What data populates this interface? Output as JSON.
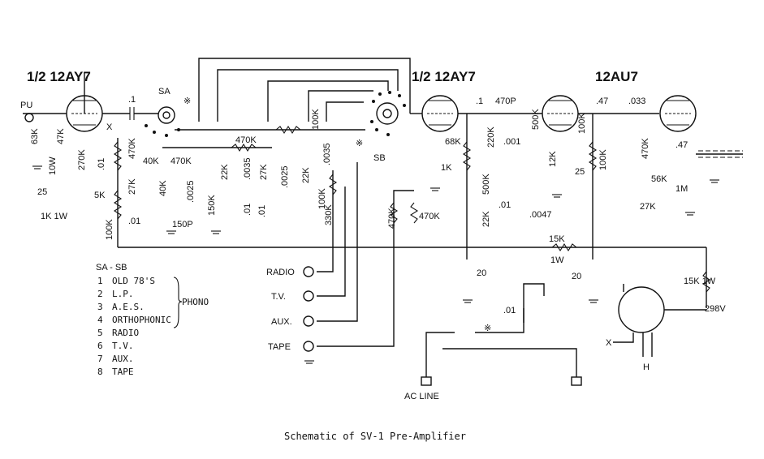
{
  "caption": "Schematic of SV-1 Pre-Amplifier",
  "tubes": {
    "v1": "1/2 12AY7",
    "v2": "1/2 12AY7",
    "v3": "12AU7"
  },
  "input": "PU",
  "switches": {
    "a": "SA",
    "b": "SB",
    "mark": "※"
  },
  "component_labels": [
    ".1",
    "63K",
    "47K",
    "10W",
    "270K",
    "X",
    ".01",
    "25",
    "1K 1W",
    "5K",
    "470K",
    "40K",
    "27K",
    ".01",
    "100K",
    "470K",
    "40K",
    "150P",
    ".0025",
    "470K",
    "150K",
    "22K",
    ".0035",
    ".01",
    "27K",
    ".0025",
    ".01",
    "100K",
    "22K",
    ".0035",
    "100K",
    "330K",
    "68K",
    "1K",
    "470K",
    "470K",
    ".1",
    "470P",
    "220K",
    ".001",
    "500K",
    "500K",
    "22K",
    ".01",
    ".0047",
    "100K",
    "12K",
    "25",
    ".47",
    "100K",
    ".033",
    "470K",
    "56K",
    "1M",
    "27K",
    ".47",
    "15K",
    "1W",
    "20",
    "20",
    "15K 1W",
    "298V",
    ".01"
  ],
  "legend": {
    "title": "SA - SB",
    "items": [
      {
        "num": "1",
        "label": "OLD 78'S"
      },
      {
        "num": "2",
        "label": "L.P."
      },
      {
        "num": "3",
        "label": "A.E.S."
      },
      {
        "num": "4",
        "label": "ORTHOPHONIC"
      },
      {
        "num": "5",
        "label": "RADIO"
      },
      {
        "num": "6",
        "label": "T.V."
      },
      {
        "num": "7",
        "label": "AUX."
      },
      {
        "num": "8",
        "label": "TAPE"
      }
    ],
    "phono_label": "PHONO"
  },
  "inputs": [
    "RADIO",
    "T.V.",
    "AUX.",
    "TAPE"
  ],
  "power": {
    "ac_line": "AC LINE",
    "socket_x": "X",
    "socket_h": "H"
  }
}
